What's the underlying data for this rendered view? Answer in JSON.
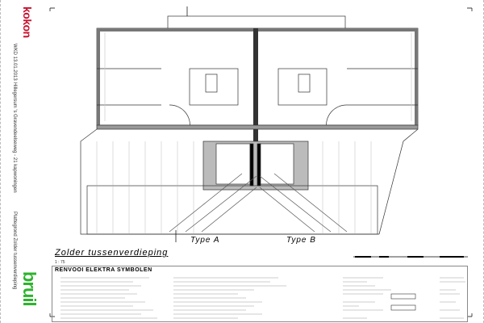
{
  "title_block": {
    "firm": "kokon",
    "date": "WKD 13.01.2013",
    "project": "Hillegersum 's Gravendeelseweg - 21 kapwoningen",
    "drawing": "Plattegrond Zolder tussenverdieping",
    "contractor": "bruil"
  },
  "drawing": {
    "title": "Zolder tussenverdieping",
    "scale": "1 : 75",
    "type_a": "Type A",
    "type_b": "Type B"
  },
  "legend": {
    "title": "RENVOOI ELEKTRA SYMBOLEN"
  }
}
